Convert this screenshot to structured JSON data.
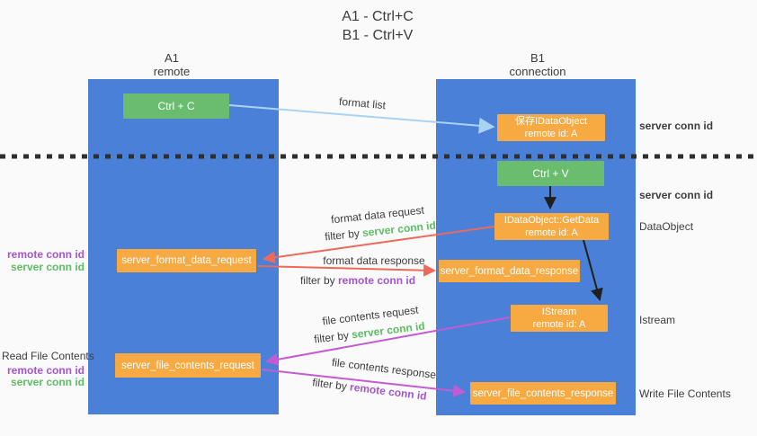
{
  "title": {
    "line1": "A1 - Ctrl+C",
    "line2": "B1 - Ctrl+V"
  },
  "lifelines": {
    "left": {
      "name": "A1",
      "role": "remote"
    },
    "right": {
      "name": "B1",
      "role": "connection"
    }
  },
  "nodes": {
    "ctrl_c": {
      "label": "Ctrl + C"
    },
    "ctrl_v": {
      "label": "Ctrl + V"
    },
    "save_dataobject": {
      "line1": "保存IDataObject",
      "line2": "remote id: A"
    },
    "getdata": {
      "line1": "IDataObject::GetData",
      "line2": "remote id: A"
    },
    "istream": {
      "line1": "IStream",
      "line2": "remote id: A"
    },
    "format_request": {
      "label": "server_format_data_request"
    },
    "format_response": {
      "label": "server_format_data_response"
    },
    "file_request": {
      "label": "server_file_contents_request"
    },
    "file_response": {
      "label": "server_file_contents_response"
    }
  },
  "arrow_labels": {
    "format_list": "format list",
    "format_data_request": "format data request",
    "format_data_response": "format data response",
    "file_contents_request": "file contents request",
    "file_contents_response": "file contents response",
    "filter_by": "filter by",
    "server_conn_id": "server conn id",
    "remote_conn_id": "remote conn id"
  },
  "right_annotations": {
    "server_conn_id_top": "server conn id",
    "server_conn_id_mid": "server conn id",
    "dataobject": "DataObject",
    "istream": "Istream",
    "write_file_contents": "Write File Contents"
  },
  "left_annotations": {
    "group1": {
      "remote_conn_id": "remote conn id",
      "server_conn_id": "server conn id"
    },
    "group2": {
      "title": "Read File Contents",
      "remote_conn_id": "remote conn id",
      "server_conn_id": "server conn id"
    }
  },
  "colors": {
    "lifeline_blue": "#4a80d8",
    "node_green": "#6abd6e",
    "node_orange": "#f7a942",
    "arrow_red": "#ed6a5b",
    "arrow_magenta": "#c45bd3",
    "arrow_lightblue": "#a8d3f2",
    "arrow_black": "#1f1f1f",
    "text_green": "#5cbd63",
    "text_purple": "#a555c8",
    "text_dark": "#3d3d3d"
  }
}
